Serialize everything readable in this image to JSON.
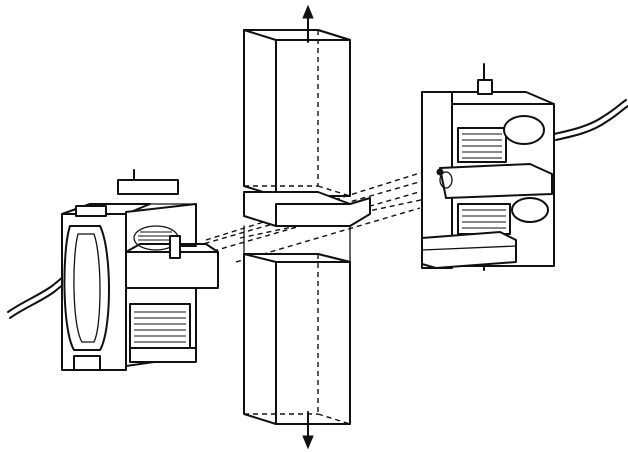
{
  "figure": {
    "background": "#ffffff",
    "ink": "#111111",
    "icons": [
      "coil-assembly-left",
      "coil-assembly-right",
      "column-bar",
      "double-arrow"
    ]
  }
}
